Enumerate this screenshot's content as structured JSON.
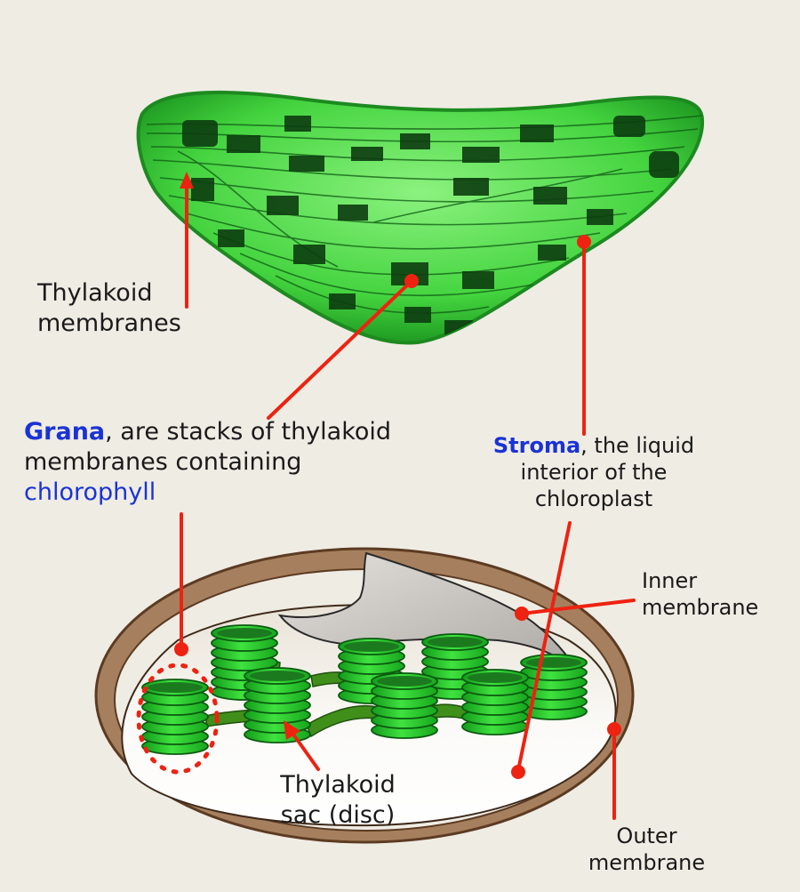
{
  "labels": {
    "thylakoid_membranes": [
      "Thylakoid",
      "membranes"
    ],
    "grana": {
      "term": "Grana",
      "rest1": ", are stacks of thylakoid",
      "line2": "membranes containing",
      "line3": "chlorophyll"
    },
    "stroma": {
      "term": "Stroma",
      "rest1": ", the liquid",
      "line2": "interior of the",
      "line3": "chloroplast"
    },
    "inner_membrane": [
      "Inner",
      "membrane"
    ],
    "outer_membrane": [
      "Outer",
      "membrane"
    ],
    "thylakoid_sac": [
      "Thylakoid",
      "sac (disc)"
    ]
  },
  "colors": {
    "background": "#efece4",
    "leader": "#ee2211",
    "term_blue": "#1a33d6",
    "thylakoid_green": "#22c22a",
    "outer_membrane": "#a6805e",
    "stroma_fill": "#f7f5f0",
    "photo_green": "#3fd63f"
  }
}
